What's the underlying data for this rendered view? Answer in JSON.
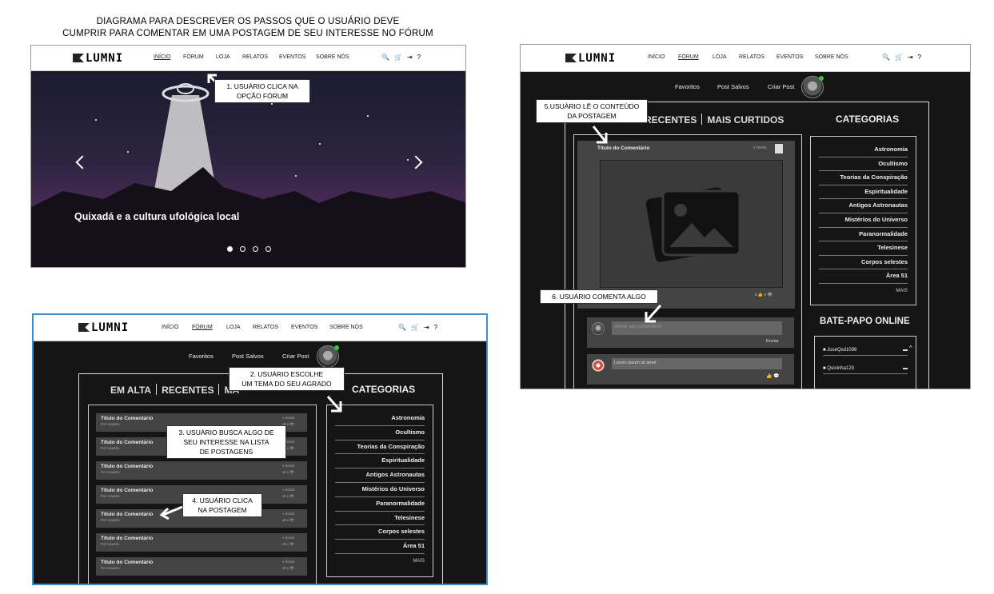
{
  "diagram_title": [
    "DIAGRAMA PARA DESCREVER OS PASSOS QUE O USUÁRIO DEVE",
    "CUMPRIR PARA COMENTAR EM UMA POSTAGEM DE SEU INTERESSE NO FÓRUM"
  ],
  "brand": "LUMNI",
  "nav": [
    "INÍCIO",
    "FÓRUM",
    "LOJA",
    "RELATOS",
    "EVENTOS",
    "SOBRE NÓS"
  ],
  "nav_icons": [
    "search-icon",
    "cart-icon",
    "login-icon",
    "help-icon"
  ],
  "hero": {
    "caption": "Quixadá e a cultura ufológica local",
    "slides": 4,
    "active_slide": 1
  },
  "subnav": [
    "Favoritos",
    "Post Salvos",
    "Criar Post"
  ],
  "tabs": [
    "EM ALTA",
    "RECENTES",
    "MAIS CURTIDOS"
  ],
  "tabs_partial_visible": "MA",
  "categories_title": "CATEGORIAS",
  "categories": [
    "Astronomia",
    "Ocultismo",
    "Teorias da Conspiração",
    "Espiritualidade",
    "Antigos Astronautas",
    "Mistérios do Universo",
    "Paranormalidade",
    "Telesinese",
    "Corpos selestes",
    "Área 51"
  ],
  "categories_more": "MAIS",
  "post_rows": {
    "title": "Título do Comentário",
    "author": "Por Usuário",
    "time": "x horas",
    "stats": "x♥ x 👁",
    "count": 7
  },
  "post_detail": {
    "title": "Título do Comentário",
    "time": "x horas",
    "stats": "x 👍  x 👁"
  },
  "comment_input": {
    "placeholder": "Deixe seu comentário",
    "send": "Enviar"
  },
  "comment_sample": "Lorem ipsum sit amet",
  "chat": {
    "title": "BATE-PAPO ONLINE",
    "users": [
      "JoséQxd1098",
      "Quixinha123"
    ]
  },
  "callouts": [
    "1. USUÁRIO CLICA NA\nOPÇÃO FÓRUM",
    "2. USUÁRIO ESCOLHE\nUM TEMA DO SEU AGRADO",
    "3. USUÁRIO BUSCA ALGO DE\nSEU INTERESSE NA LISTA\nDE POSTAGENS",
    "4. USUÁRIO CLICA\nNA POSTAGEM",
    "5.USUÁRIO LÊ O CONTEÚDO\nDA POSTAGEM",
    "6. USUÁRIO COMENTA ALGO"
  ],
  "colors": {
    "dark_bg": "#151515",
    "panel": "#444444",
    "highlight_border": "#3a8fd0",
    "online": "#2ecc40"
  }
}
